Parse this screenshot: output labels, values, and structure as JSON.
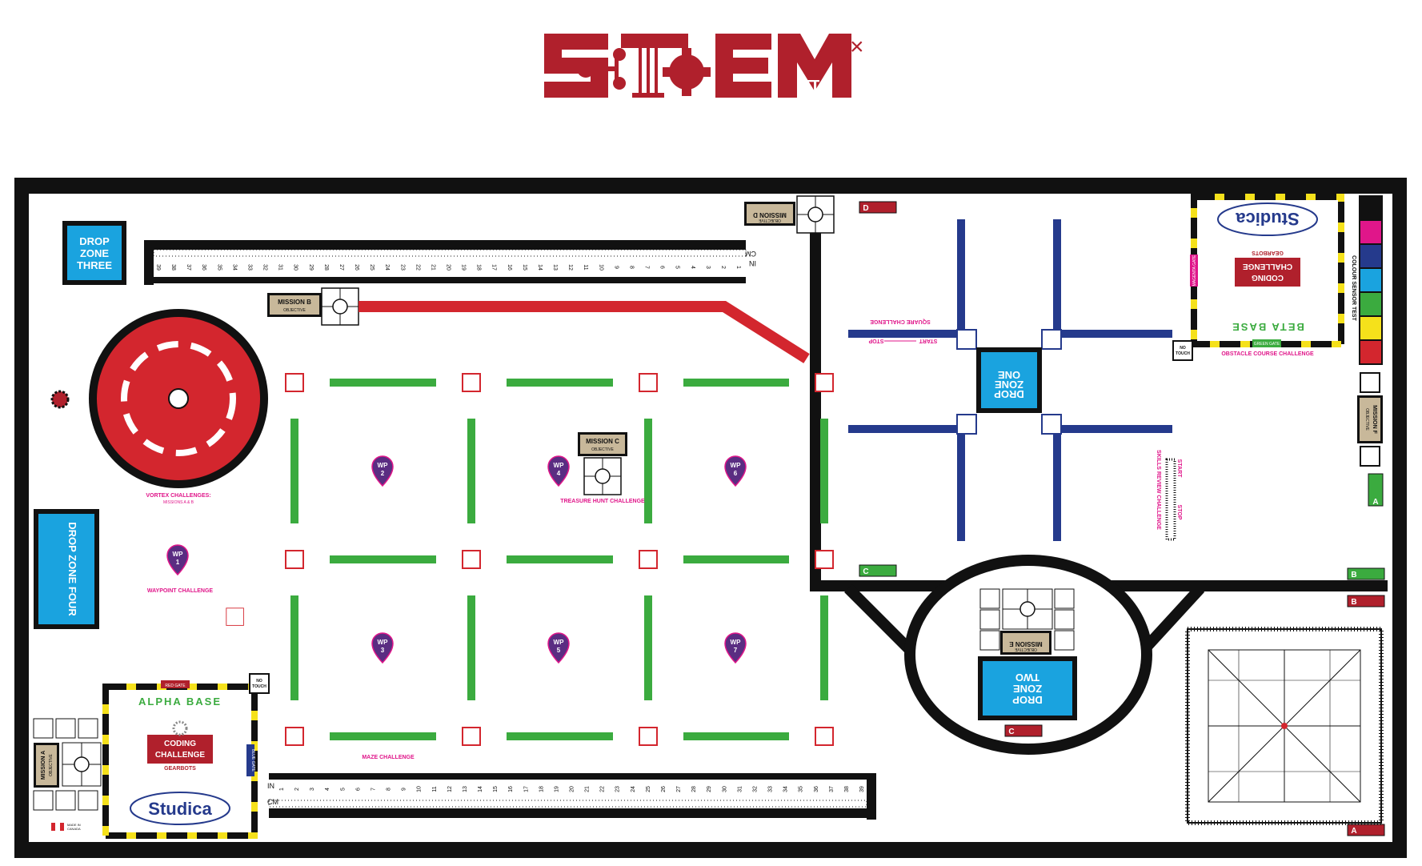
{
  "logo": {
    "text": "STEM",
    "symbol_pi": "π",
    "symbol_x": "×"
  },
  "colors": {
    "brand_red": "#b0202c",
    "vortex_red": "#d3262e",
    "drop_blue": "#1aa3df",
    "path_green": "#3bab3f",
    "grid_navy": "#253a8c",
    "wp_purple": "#5a2d82",
    "magenta_text": "#e0168a",
    "objective_tan": "#c8b89a"
  },
  "drop_zones": {
    "three": [
      "DROP",
      "ZONE",
      "THREE"
    ],
    "four": "DROP ZONE FOUR",
    "one": [
      "DROP",
      "ZONE",
      "ONE"
    ],
    "two": [
      "DROP",
      "ZONE",
      "TWO"
    ]
  },
  "missions": {
    "a": [
      "MISSION A",
      "OBJECTIVE"
    ],
    "b": [
      "MISSION B",
      "OBJECTIVE"
    ],
    "c": [
      "MISSION C",
      "OBJECTIVE"
    ],
    "d": [
      "MISSION D",
      "OBJECTIVE"
    ],
    "e": [
      "MISSION E",
      "OBJECTIVE"
    ],
    "f": [
      "MISSION F",
      "OBJECTIVE"
    ]
  },
  "challenges": {
    "vortex": "VORTEX CHALLENGES:",
    "vortex_sub": "MISSIONS A & B",
    "waypoint": "WAYPOINT CHALLENGE",
    "treasure": "TREASURE HUNT CHALLENGE",
    "maze": "MAZE CHALLENGE",
    "square": "SQUARE CHALLENGE",
    "skills": "SKILLS REVIEW CHALLENGE",
    "obstacle": "OBSTACLE COURSE CHALLENGE",
    "colour": "COLOUR SENSOR TEST"
  },
  "waypoints": {
    "prefix": "WP",
    "numbers": [
      "1",
      "2",
      "3",
      "4",
      "5",
      "6",
      "7"
    ]
  },
  "bases": {
    "alpha": "ALPHA BASE",
    "beta": "BETA BASE",
    "red_gate": "RED GATE",
    "blue_gate": "BLUE GATE",
    "green_gate": "GREEN GATE",
    "magenta_gate": "MAGENTA GATE",
    "coding": "CODING",
    "challenge": "CHALLENGE",
    "gearbots": "GEARBOTS",
    "studica": "Studica"
  },
  "labels": {
    "no_touch": [
      "NO",
      "TOUCH"
    ],
    "start": "START",
    "stop": "STOP",
    "in": "IN",
    "cm": "CM",
    "made_in": [
      "MADE IN",
      "CANADA"
    ],
    "a": "A",
    "b": "B",
    "c": "C",
    "d": "D"
  },
  "rulers": {
    "top_numbers": [
      "39",
      "38",
      "37",
      "36",
      "35",
      "34",
      "33",
      "32",
      "31",
      "30",
      "29",
      "28",
      "27",
      "26",
      "25",
      "24",
      "23",
      "22",
      "21",
      "20",
      "19",
      "18",
      "17",
      "16",
      "15",
      "14",
      "13",
      "12",
      "11",
      "10",
      "9",
      "8",
      "7",
      "6",
      "5",
      "4",
      "3",
      "2",
      "1"
    ],
    "bottom_numbers": [
      "1",
      "2",
      "3",
      "4",
      "5",
      "6",
      "7",
      "8",
      "9",
      "10",
      "11",
      "12",
      "13",
      "14",
      "15",
      "16",
      "17",
      "18",
      "19",
      "20",
      "21",
      "22",
      "23",
      "24",
      "25",
      "26",
      "27",
      "28",
      "29",
      "30",
      "31",
      "32",
      "33",
      "34",
      "35",
      "36",
      "37",
      "38",
      "39"
    ]
  },
  "colour_sensor_swatches": [
    "#111111",
    "#e0168a",
    "#253a8c",
    "#1aa3df",
    "#3bab3f",
    "#f5e11b",
    "#d3262e"
  ]
}
